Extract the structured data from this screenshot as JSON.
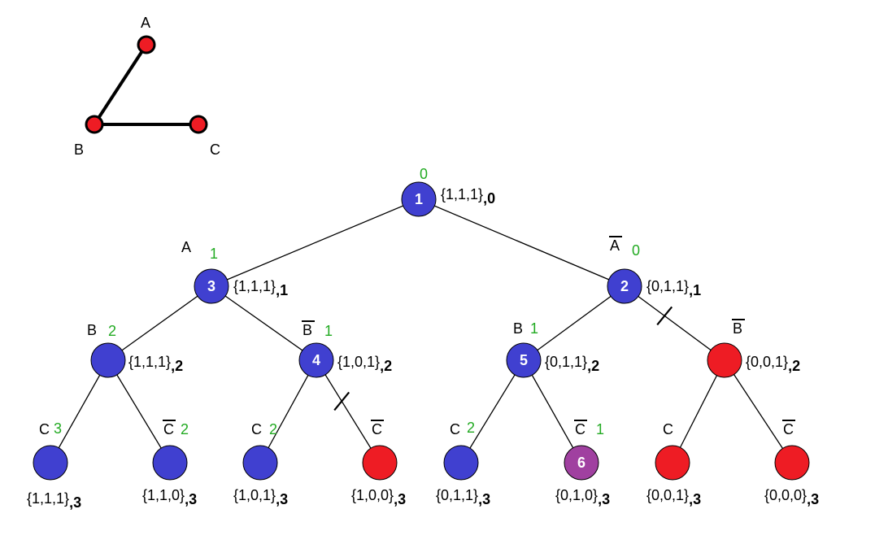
{
  "colors": {
    "blue": "#4040d0",
    "red": "#ee1c24",
    "purple": "#a040a0",
    "green": "#22aa22",
    "edge": "#000000"
  },
  "graph": {
    "vertices": [
      {
        "id": "A",
        "label": "A"
      },
      {
        "id": "B",
        "label": "B"
      },
      {
        "id": "C",
        "label": "C"
      }
    ],
    "edges": [
      [
        "A",
        "B"
      ],
      [
        "B",
        "C"
      ]
    ]
  },
  "tree": {
    "nodes": [
      {
        "id": "r",
        "number": "1",
        "color": "purple_blue",
        "branch": "",
        "complement": false,
        "count": "0",
        "set": "{1,1,1}",
        "depth": "0"
      },
      {
        "id": "a",
        "number": "3",
        "color": "blue",
        "branch": "A",
        "complement": false,
        "count": "1",
        "set": "{1,1,1}",
        "depth": "1"
      },
      {
        "id": "na",
        "number": "2",
        "color": "blue",
        "branch": "A",
        "complement": true,
        "count": "0",
        "set": "{0,1,1}",
        "depth": "1"
      },
      {
        "id": "ab",
        "number": "",
        "color": "blue",
        "branch": "B",
        "complement": false,
        "count": "2",
        "set": "{1,1,1}",
        "depth": "2"
      },
      {
        "id": "anb",
        "number": "4",
        "color": "blue",
        "branch": "B",
        "complement": true,
        "count": "1",
        "set": "{1,0,1}",
        "depth": "2"
      },
      {
        "id": "nab",
        "number": "5",
        "color": "blue",
        "branch": "B",
        "complement": false,
        "count": "1",
        "set": "{0,1,1}",
        "depth": "2"
      },
      {
        "id": "nanb",
        "number": "",
        "color": "red",
        "branch": "B",
        "complement": true,
        "count": "",
        "set": "{0,0,1}",
        "depth": "2"
      },
      {
        "id": "l1",
        "number": "",
        "color": "blue",
        "branch": "C",
        "complement": false,
        "count": "3",
        "set": "{1,1,1}",
        "depth": "3"
      },
      {
        "id": "l2",
        "number": "",
        "color": "blue",
        "branch": "C",
        "complement": true,
        "count": "2",
        "set": "{1,1,0}",
        "depth": "3"
      },
      {
        "id": "l3",
        "number": "",
        "color": "blue",
        "branch": "C",
        "complement": false,
        "count": "2",
        "set": "{1,0,1}",
        "depth": "3"
      },
      {
        "id": "l4",
        "number": "",
        "color": "red",
        "branch": "C",
        "complement": true,
        "count": "",
        "set": "{1,0,0}",
        "depth": "3"
      },
      {
        "id": "l5",
        "number": "",
        "color": "blue",
        "branch": "C",
        "complement": false,
        "count": "2",
        "set": "{0,1,1}",
        "depth": "3"
      },
      {
        "id": "l6",
        "number": "6",
        "color": "purple",
        "branch": "C",
        "complement": true,
        "count": "1",
        "set": "{0,1,0}",
        "depth": "3"
      },
      {
        "id": "l7",
        "number": "",
        "color": "red",
        "branch": "C",
        "complement": false,
        "count": "",
        "set": "{0,0,1}",
        "depth": "3"
      },
      {
        "id": "l8",
        "number": "",
        "color": "red",
        "branch": "C",
        "complement": true,
        "count": "",
        "set": "{0,0,0}",
        "depth": "3"
      }
    ],
    "edges": [
      {
        "from": "r",
        "to": "a",
        "pruned": false
      },
      {
        "from": "r",
        "to": "na",
        "pruned": false
      },
      {
        "from": "a",
        "to": "ab",
        "pruned": false
      },
      {
        "from": "a",
        "to": "anb",
        "pruned": false
      },
      {
        "from": "na",
        "to": "nab",
        "pruned": false
      },
      {
        "from": "na",
        "to": "nanb",
        "pruned": true
      },
      {
        "from": "ab",
        "to": "l1",
        "pruned": false
      },
      {
        "from": "ab",
        "to": "l2",
        "pruned": false
      },
      {
        "from": "anb",
        "to": "l3",
        "pruned": false
      },
      {
        "from": "anb",
        "to": "l4",
        "pruned": true
      },
      {
        "from": "nab",
        "to": "l5",
        "pruned": false
      },
      {
        "from": "nab",
        "to": "l6",
        "pruned": false
      },
      {
        "from": "nanb",
        "to": "l7",
        "pruned": false
      },
      {
        "from": "nanb",
        "to": "l8",
        "pruned": false
      }
    ]
  }
}
